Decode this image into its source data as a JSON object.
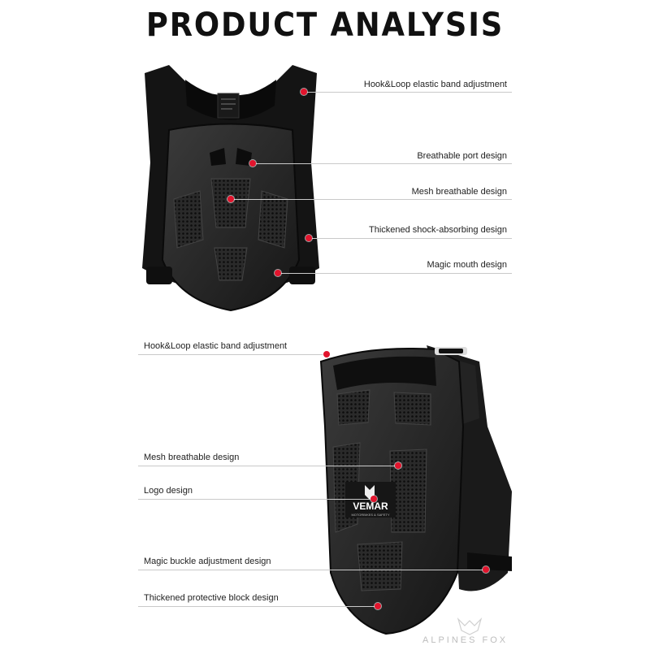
{
  "header": {
    "title": "PRODUCT ANALYSIS"
  },
  "front_view": {
    "callouts": [
      "Hook&Loop elastic band adjustment",
      "Breathable port design",
      "Mesh breathable design",
      "Thickened shock-absorbing design",
      "Magic mouth design"
    ]
  },
  "side_view": {
    "callouts": [
      "Hook&Loop elastic band adjustment",
      "Mesh breathable design",
      "Logo design",
      "Magic buckle adjustment design",
      "Thickened protective block design"
    ],
    "logo_text": "VEMAR",
    "logo_sub": "MOTORBIKES & SAFETY"
  },
  "watermark": "ALPINES FOX",
  "colors": {
    "accent": "#e2142d",
    "vest": "#1c1c1c",
    "line": "#c9c9c9"
  }
}
